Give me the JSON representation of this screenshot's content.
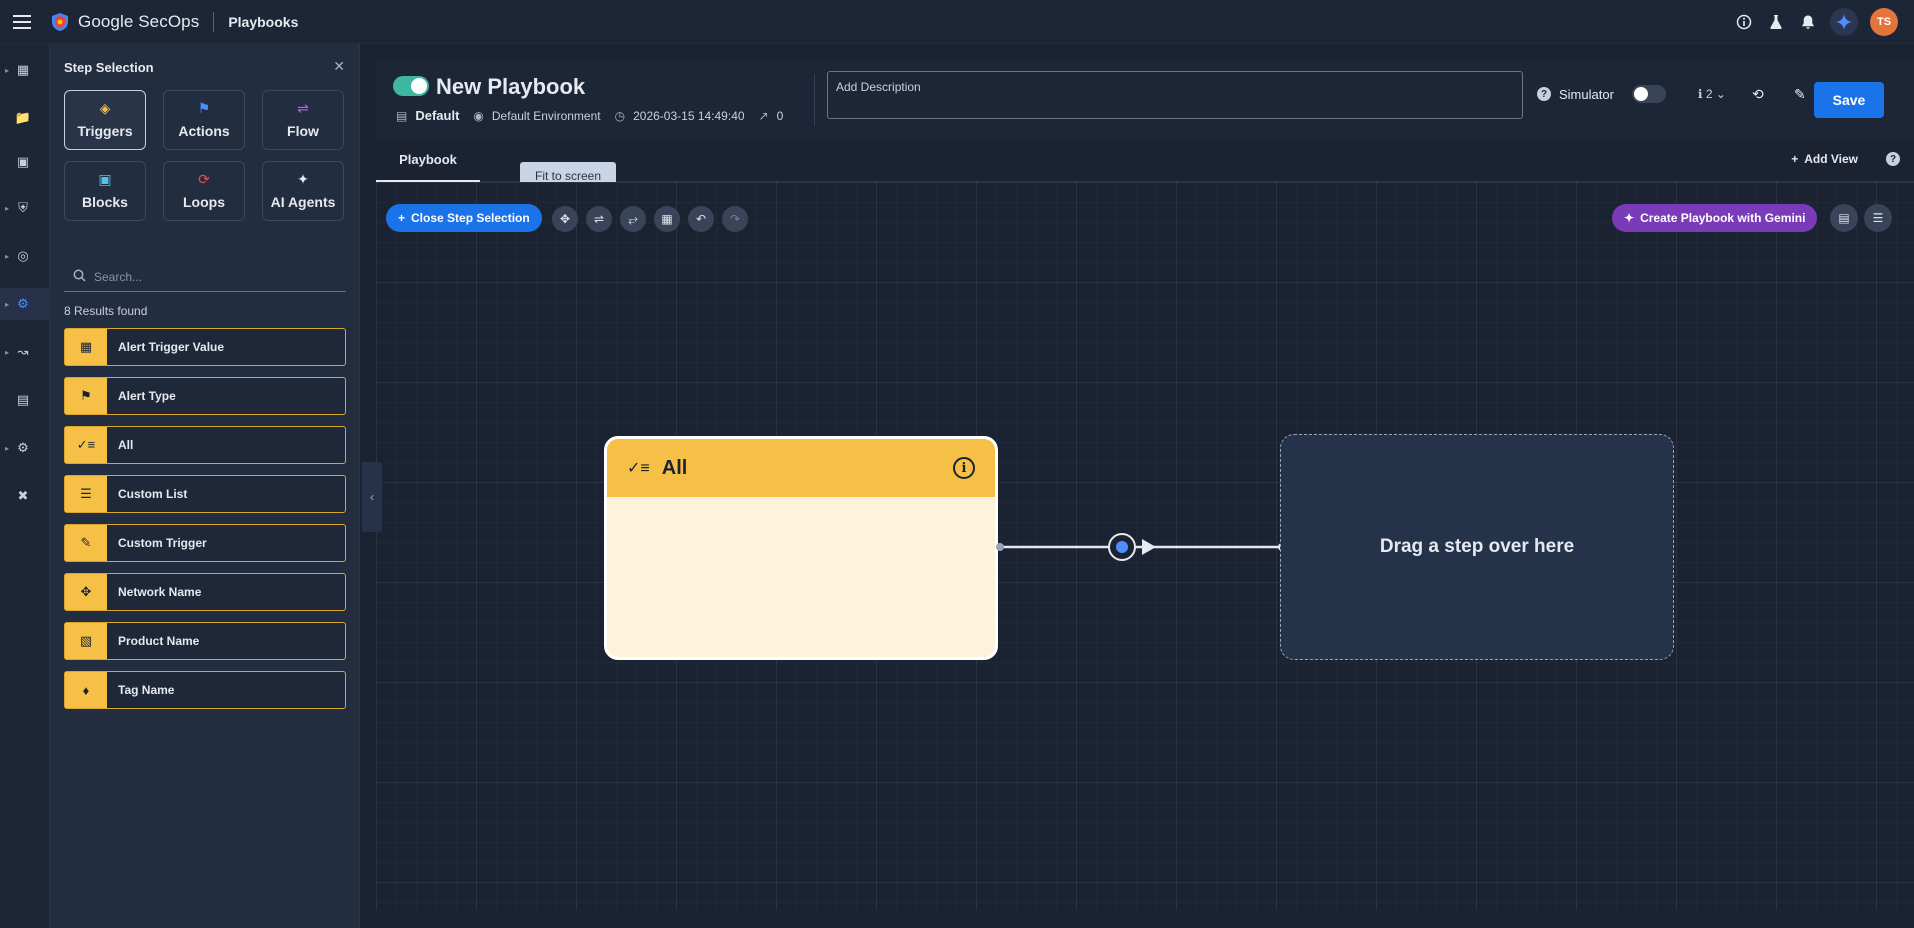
{
  "topbar": {
    "brand": "Google SecOps",
    "page": "Playbooks",
    "avatar_initials": "TS",
    "icons": [
      "menu-icon",
      "info-icon",
      "lab-icon",
      "bell-icon",
      "gemini-icon"
    ]
  },
  "rail": {
    "items": [
      "dashboard-icon",
      "folder-icon",
      "cases-icon",
      "shield-icon",
      "radar-icon",
      "settings-icon",
      "chart-icon",
      "store-icon",
      "gear-icon",
      "tools-icon"
    ],
    "active_index": 5
  },
  "panel": {
    "title": "Step Selection",
    "categories": [
      {
        "label": "Triggers",
        "icon": "diamond-icon",
        "color": "#f5c045",
        "selected": true
      },
      {
        "label": "Actions",
        "icon": "flag-icon",
        "color": "#4f8cff"
      },
      {
        "label": "Flow",
        "icon": "flow-icon",
        "color": "#a96ce0"
      },
      {
        "label": "Blocks",
        "icon": "block-icon",
        "color": "#4fc3e8"
      },
      {
        "label": "Loops",
        "icon": "loop-icon",
        "color": "#e84f4f"
      },
      {
        "label": "AI Agents",
        "icon": "sparkle-icon",
        "color": "#e6e9ef"
      }
    ],
    "search_placeholder": "Search...",
    "results": "8 Results found",
    "triggers": [
      {
        "label": "Alert Trigger Value",
        "icon": "grid-icon"
      },
      {
        "label": "Alert Type",
        "icon": "flag-icon"
      },
      {
        "label": "All",
        "icon": "checklist-icon"
      },
      {
        "label": "Custom List",
        "icon": "list-icon"
      },
      {
        "label": "Custom Trigger",
        "icon": "edit-icon"
      },
      {
        "label": "Network Name",
        "icon": "network-icon"
      },
      {
        "label": "Product Name",
        "icon": "product-icon"
      },
      {
        "label": "Tag Name",
        "icon": "tag-icon"
      }
    ]
  },
  "header": {
    "title": "New Playbook",
    "enabled": true,
    "folder": "Default",
    "environment": "Default Environment",
    "timestamp": "2026-03-15 14:49:40",
    "step_count": "0",
    "description_placeholder": "Add Description",
    "simulator_label": "Simulator",
    "version": "2",
    "save_label": "Save"
  },
  "tabs": {
    "active": "Playbook",
    "tooltip": "Fit to screen",
    "add_view": "Add View"
  },
  "canvas": {
    "close_step_label": "Close Step Selection",
    "gemini_label": "Create Playbook with Gemini",
    "node_title": "All",
    "dropzone_text": "Drag a step over here"
  }
}
